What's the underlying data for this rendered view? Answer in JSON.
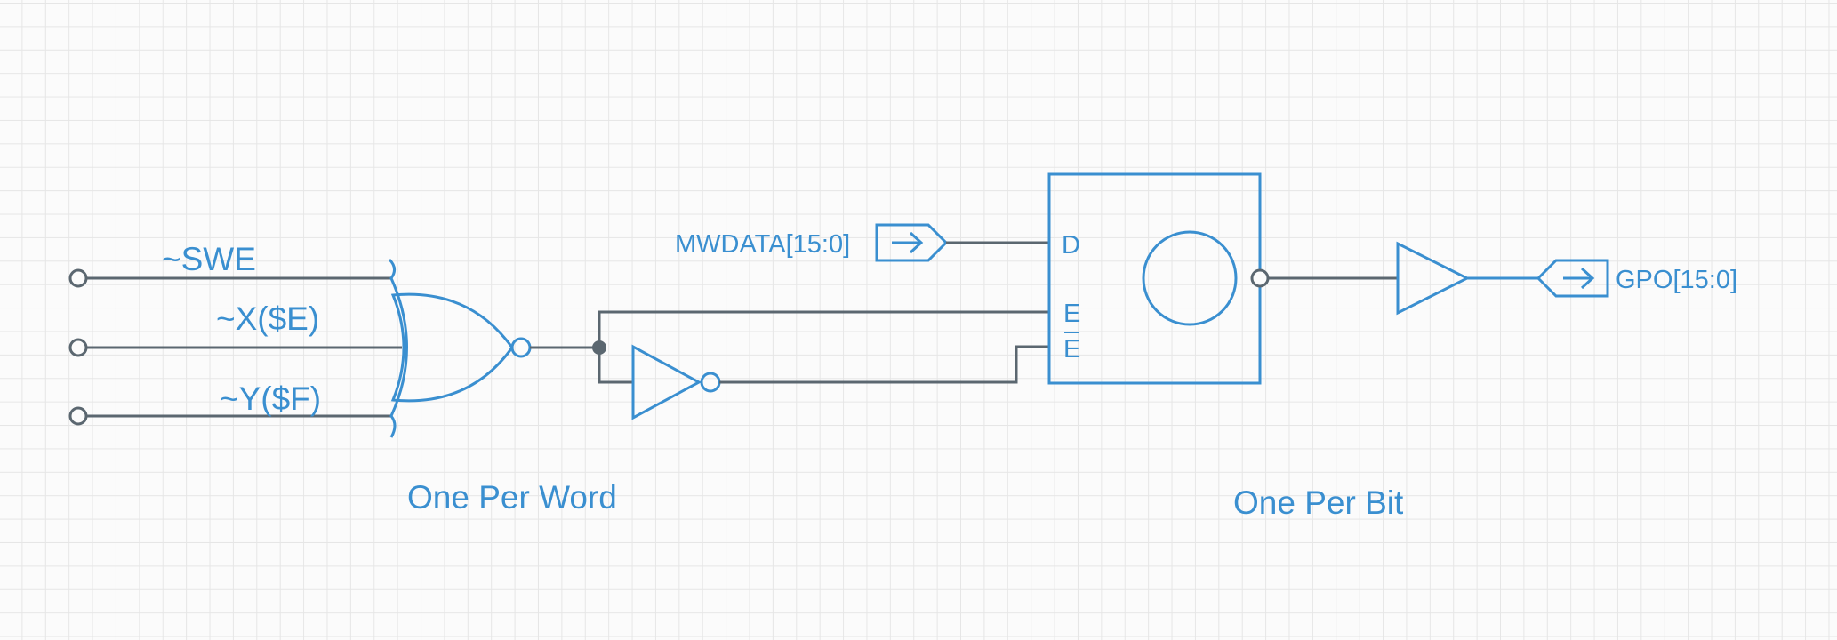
{
  "inputs": {
    "swe": "~SWE",
    "x": "~X($E)",
    "y": "~Y($F)"
  },
  "bus_input": "MWDATA[15:0]",
  "bus_output": "GPO[15:0]",
  "register_pins": {
    "d": "D",
    "e": "E",
    "e_bar": "E"
  },
  "captions": {
    "per_word": "One Per Word",
    "per_bit": "One Per Bit"
  },
  "colors": {
    "symbol": "#3a8fd0",
    "wire": "#5b6770",
    "grid": "#e6e6e6",
    "background": "#fbfbfb"
  }
}
